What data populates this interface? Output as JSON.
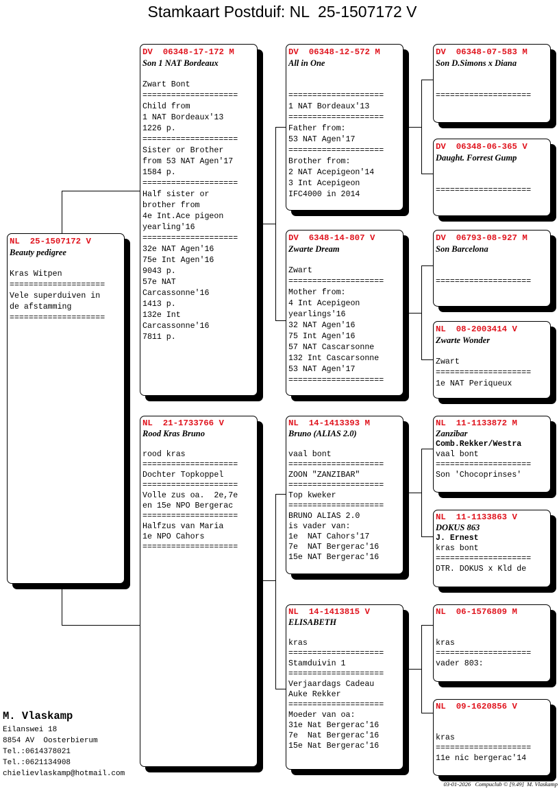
{
  "title": "Stamkaart Postduif: NL  25-1507172 V",
  "colors": {
    "ring_number": "#e0141e",
    "text": "#000000"
  },
  "pedigree": {
    "subject": {
      "ring": "NL  25-1507172 V",
      "name": "Beauty pedigree",
      "lines": [
        "",
        "Kras Witpen",
        "====================",
        "Vele superduiven in",
        "de afstamming",
        "===================="
      ]
    },
    "sire": {
      "ring": "DV  06348-17-172 M",
      "name": "Son 1 NAT Bordeaux",
      "lines": [
        "",
        "Zwart Bont",
        "====================",
        "Child from",
        "1 NAT Bordeaux'13",
        "1226 p.",
        "====================",
        "Sister or Brother",
        "from 53 NAT Agen'17",
        "1584 p.",
        "====================",
        "Half sister or",
        "brother from",
        "4e Int.Ace pigeon",
        "yearling'16",
        "====================",
        "32e NAT Agen'16",
        "75e Int Agen'16",
        "9043 p.",
        "57e NAT",
        "Carcassonne'16",
        "1413 p.",
        "132e Int",
        "Carcassonne'16",
        "7811 p."
      ]
    },
    "dam": {
      "ring": "NL  21-1733766 V",
      "name": "Rood Kras Bruno",
      "lines": [
        "",
        "rood kras",
        "====================",
        "Dochter Topkoppel",
        "====================",
        "Volle zus oa.  2e,7e",
        "en 15e NPO Bergerac",
        "====================",
        "Halfzus van Maria",
        "1e NPO Cahors",
        "===================="
      ]
    },
    "sire_sire": {
      "ring": "DV  06348-12-572 M",
      "name": "All in One",
      "lines": [
        "",
        "",
        "====================",
        "1 NAT Bordeaux'13",
        "====================",
        "Father from:",
        "53 NAT Agen'17",
        "====================",
        "Brother from:",
        "2 NAT Acepigeon'14",
        "3 Int Acepigeon",
        "IFC4000 in 2014"
      ]
    },
    "sire_dam": {
      "ring": "DV  6348-14-807 V",
      "name": "Zwarte Dream",
      "lines": [
        "",
        "Zwart",
        "====================",
        "Mother from:",
        "4 Int Acepigeon",
        "yearlings'16",
        "32 NAT Agen'16",
        "75 Int Agen'16",
        "57 NAT Cascarsonne",
        "132 Int Cascarsonne",
        "53 NAT Agen'17",
        "===================="
      ]
    },
    "dam_sire": {
      "ring": "NL  14-1413393 M",
      "name": "Bruno (ALIAS 2.0)",
      "lines": [
        "",
        "vaal bont",
        "====================",
        "ZOON \"ZANZIBAR\"",
        "====================",
        "Top kweker",
        "====================",
        "BRUNO ALIAS 2.0",
        "is vader van:",
        "1e  NAT Cahors'17",
        "7e  NAT Bergerac'16",
        "15e NAT Bergerac'16"
      ]
    },
    "dam_dam": {
      "ring": "NL  14-1413815 V",
      "name": "ELISABETH",
      "lines": [
        "",
        "kras",
        "====================",
        "Stamduivin 1",
        "====================",
        "Verjaardags Cadeau",
        "Auke Rekker",
        "====================",
        "Moeder van oa:",
        "31e Nat Bergerac'16",
        "7e  Nat Bergerac'16",
        "15e Nat Bergerac'16"
      ]
    },
    "ss_sire": {
      "ring": "DV  06348-07-583 M",
      "name": "Son D.Simons x Diana",
      "lines": [
        "",
        "",
        "===================="
      ]
    },
    "ss_dam": {
      "ring": "DV  06348-06-365 V",
      "name": "Daught. Forrest Gump",
      "lines": [
        "",
        "",
        "===================="
      ]
    },
    "sd_sire": {
      "ring": "DV  06793-08-927 M",
      "name": "Son Barcelona",
      "lines": [
        "",
        "",
        "===================="
      ]
    },
    "sd_dam": {
      "ring": "NL  08-2003414 V",
      "name": "Zwarte Wonder",
      "lines": [
        "",
        "Zwart",
        "====================",
        "1e NAT Periqueux"
      ]
    },
    "ds_sire": {
      "ring": "NL  11-1133872 M",
      "name": "Zanzibar",
      "lines": [
        {
          "text": "Comb.Rekker/Westra",
          "bold": true
        },
        "vaal bont",
        "====================",
        "Son 'Chocoprinses'"
      ]
    },
    "ds_dam": {
      "ring": "NL  11-1133863 V",
      "name": "DOKUS 863",
      "lines": [
        {
          "text": "J. Ernest",
          "bold": true
        },
        "kras bont",
        "====================",
        "DTR. DOKUS x Kld de"
      ]
    },
    "dd_sire": {
      "ring": "NL  06-1576809 M",
      "name": "",
      "lines": [
        "",
        "kras",
        "====================",
        "vader 803:"
      ]
    },
    "dd_dam": {
      "ring": "NL  09-1620856 V",
      "name": "",
      "lines": [
        "",
        "kras",
        "====================",
        "11e nic bergerac'14"
      ]
    }
  },
  "owner": {
    "name": "M. Vlaskamp",
    "address": "Eilanswei 18",
    "city": "8854 AV  Oosterbierum",
    "phone1": "Tel.:0614378021",
    "phone2": "Tel.:0621134908",
    "email": "chielievlaskamp@hotmail.com"
  },
  "footer": "03-01-2026   Compuclub © [9.49]  M. Vlaskamp"
}
